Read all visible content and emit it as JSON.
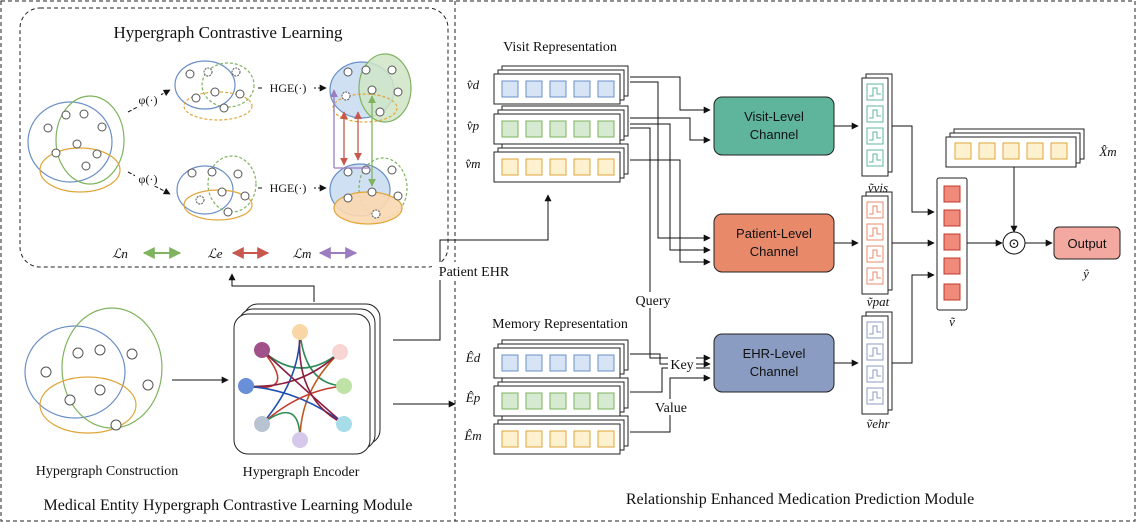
{
  "left_module": {
    "title": "Medical Entity Hypergraph Contrastive Learning Module",
    "hcl_title": "Hypergraph Contrastive Learning",
    "phi_top": "φ(·)",
    "phi_bottom": "φ(·)",
    "hge_top": "HGE(·)",
    "hge_bottom": "HGE(·)",
    "loss_n": "ℒn",
    "loss_e": "ℒe",
    "loss_m": "ℒm",
    "construction_label": "Hypergraph Construction",
    "encoder_label": "Hypergraph Encoder",
    "patient_ehr": "Patient EHR"
  },
  "right_module": {
    "title": "Relationship Enhanced Medication Prediction Module",
    "visit_repr": "Visit Representation",
    "memory_repr": "Memory Representation",
    "v_d": "v̂d",
    "v_p": "v̂p",
    "v_m": "v̂m",
    "E_d": "Êd",
    "E_p": "Êp",
    "E_m": "Êm",
    "visit_channel": [
      "Visit-Level",
      "Channel"
    ],
    "patient_channel": [
      "Patient-Level",
      "Channel"
    ],
    "ehr_channel": [
      "EHR-Level",
      "Channel"
    ],
    "query": "Query",
    "key": "Key",
    "value": "Value",
    "v_vis": "ṽvis",
    "v_pat": "ṽpat",
    "v_ehr": "ṽehr",
    "v_tilde": "ṽ",
    "X_m": "X̂m",
    "output": "Output",
    "y_hat": "ŷ",
    "odot": "⊙"
  },
  "colors": {
    "visit_channel": "#5fb49c",
    "patient_channel": "#e8896a",
    "ehr_channel": "#8a9cc2",
    "output": "#f4a9a0",
    "blue_cell": "#d6e4f5",
    "green_cell": "#d6ead1",
    "yellow_cell": "#fdf1cf",
    "red_cell": "#f08a7a"
  }
}
